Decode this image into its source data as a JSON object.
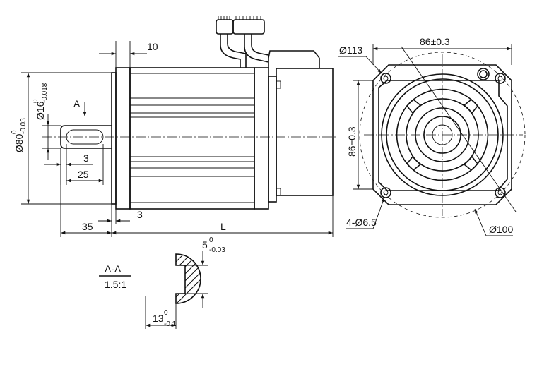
{
  "side_view": {
    "dim_flange_thickness": "10",
    "dim_body_dia_main": "Ø80",
    "dim_body_dia_upper": "0",
    "dim_body_dia_lower": "-0.03",
    "dim_shaft_dia_main": "Ø16",
    "dim_shaft_dia_upper": "0",
    "dim_shaft_dia_lower": "-0.018",
    "section_marker": "A",
    "dim_key_offset": "3",
    "dim_key_length": "25",
    "dim_shaft_length": "35",
    "dim_spigot": "3",
    "dim_overall_length": "L"
  },
  "front_view": {
    "dim_width": "86±0.3",
    "dim_height": "86±0.3",
    "dim_outer_circle": "Ø113",
    "dim_pitch_circle": "Ø100",
    "dim_holes": "4-Ø6.5"
  },
  "section_view": {
    "title": "A-A",
    "scale": "1.5:1",
    "dim_key_width_main": "5",
    "dim_key_width_upper": "0",
    "dim_key_width_lower": "-0.03",
    "dim_key_depth_main": "13",
    "dim_key_depth_upper": "0",
    "dim_key_depth_lower": "-0.1"
  }
}
